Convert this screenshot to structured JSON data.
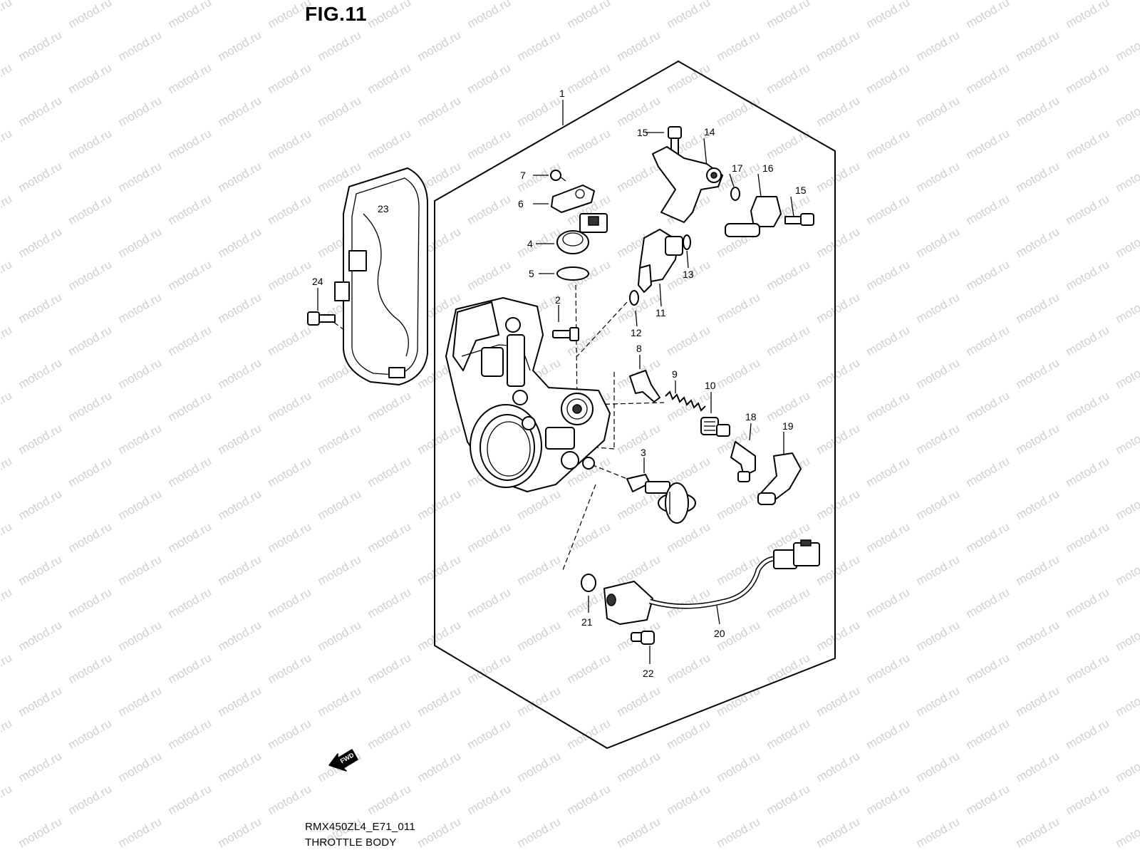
{
  "figure": {
    "title": "FIG.11",
    "code": "RMX450ZL4_E71_011",
    "name": "THROTTLE BODY",
    "watermark": "motod.ru",
    "fwd_label": "FWD"
  },
  "callouts": [
    {
      "id": "c1",
      "label": "1"
    },
    {
      "id": "c2",
      "label": "2"
    },
    {
      "id": "c3",
      "label": "3"
    },
    {
      "id": "c4",
      "label": "4"
    },
    {
      "id": "c5",
      "label": "5"
    },
    {
      "id": "c6",
      "label": "6"
    },
    {
      "id": "c7",
      "label": "7"
    },
    {
      "id": "c8",
      "label": "8"
    },
    {
      "id": "c9",
      "label": "9"
    },
    {
      "id": "c10",
      "label": "10"
    },
    {
      "id": "c11",
      "label": "11"
    },
    {
      "id": "c12",
      "label": "12"
    },
    {
      "id": "c13",
      "label": "13"
    },
    {
      "id": "c14",
      "label": "14"
    },
    {
      "id": "c15a",
      "label": "15"
    },
    {
      "id": "c15b",
      "label": "15"
    },
    {
      "id": "c16",
      "label": "16"
    },
    {
      "id": "c17",
      "label": "17"
    },
    {
      "id": "c18",
      "label": "18"
    },
    {
      "id": "c19",
      "label": "19"
    },
    {
      "id": "c20",
      "label": "20"
    },
    {
      "id": "c21",
      "label": "21"
    },
    {
      "id": "c22",
      "label": "22"
    },
    {
      "id": "c23",
      "label": "23"
    },
    {
      "id": "c24",
      "label": "24"
    }
  ]
}
